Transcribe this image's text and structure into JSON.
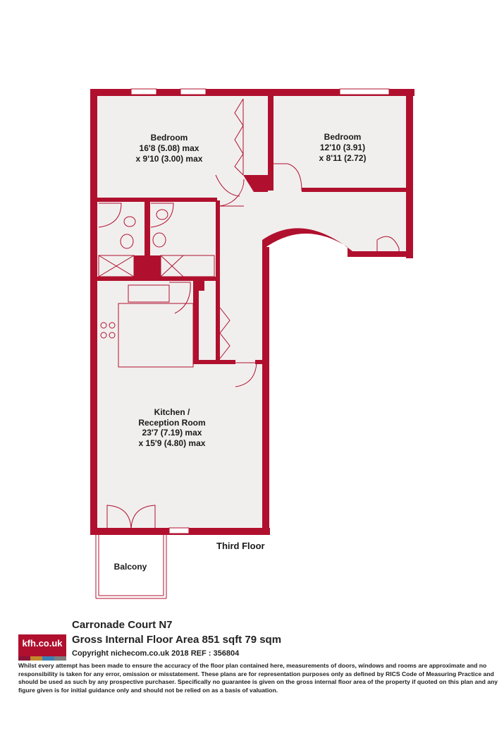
{
  "rooms": {
    "bedroom1": {
      "name": "Bedroom",
      "dim1": "16'8 (5.08) max",
      "dim2": "x 9'10 (3.00) max"
    },
    "bedroom2": {
      "name": "Bedroom",
      "dim1": "12'10 (3.91)",
      "dim2": "x 8'11 (2.72)"
    },
    "kitchen": {
      "name1": "Kitchen /",
      "name2": "Reception Room",
      "dim1": "23'7 (7.19) max",
      "dim2": "x 15'9 (4.80) max"
    },
    "balcony": {
      "name": "Balcony"
    }
  },
  "floor_label": "Third Floor",
  "footer": {
    "logo_text": "kfh.co.uk",
    "logo_colors": [
      "#8a1538",
      "#c28a2c",
      "#3c7fb5",
      "#7e7e7e"
    ],
    "property_name": "Carronade Court  N7",
    "gross_area": "Gross Internal Floor Area 851 sqft 79 sqm",
    "copyright": "Copyright nichecom.co.uk 2018 REF : 356804",
    "disclaimer": "Whilst every attempt has been made to ensure the accuracy of the floor plan contained here, measurements of doors, windows and rooms are approximate and no responsibility is taken for any error, omission or misstatement.  These plans are for representation purposes only as defined by RICS Code of Measuring Practice and should be used as such by any prospective purchaser.  Specifically no guarantee is given on the gross internal floor area of the property if quoted on this plan and any figure given is for initial guidance only and should not be relied on as a basis of valuation."
  },
  "colors": {
    "wall": "#b0102e",
    "floor": "#f1efee"
  }
}
